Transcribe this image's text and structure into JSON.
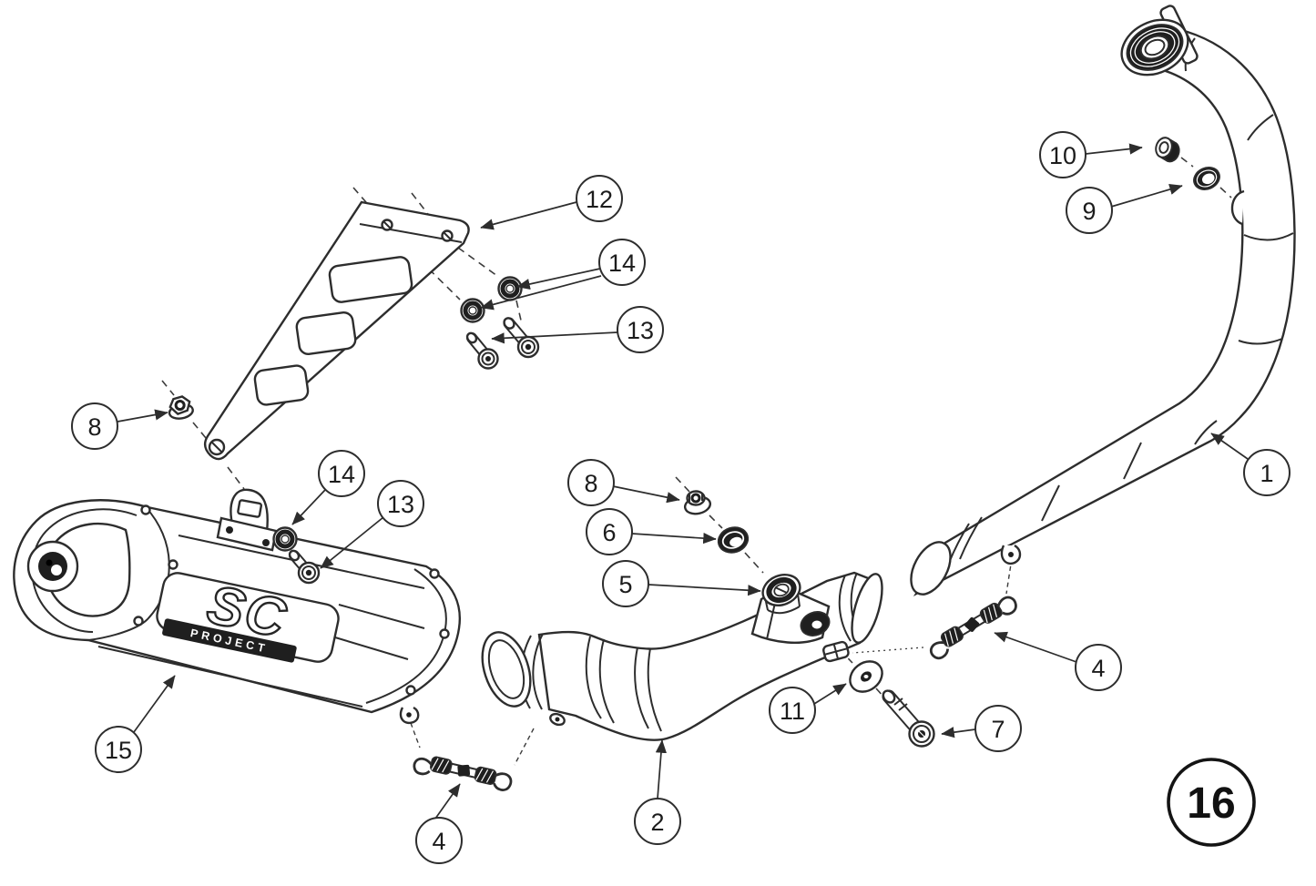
{
  "page": {
    "number": "16"
  },
  "brand": {
    "logo_primary": "SC",
    "logo_secondary": "PROJECT"
  },
  "colors": {
    "ink": "#2d2d2d",
    "paper": "#ffffff",
    "dark_fill": "#1f1f1f"
  },
  "diagram_type": "exploded-parts-diagram",
  "callouts": [
    {
      "label": "1",
      "part": "header-pipe"
    },
    {
      "label": "2",
      "part": "link-pipe"
    },
    {
      "label": "4",
      "part": "spring-right"
    },
    {
      "label": "4",
      "part": "spring-bottom"
    },
    {
      "label": "5",
      "part": "bushing-mount"
    },
    {
      "label": "6",
      "part": "grommet"
    },
    {
      "label": "7",
      "part": "socket-bolt"
    },
    {
      "label": "8",
      "part": "flange-nut-bracket"
    },
    {
      "label": "8",
      "part": "flange-nut-mount"
    },
    {
      "label": "9",
      "part": "gasket-ring"
    },
    {
      "label": "10",
      "part": "plug"
    },
    {
      "label": "11",
      "part": "washer"
    },
    {
      "label": "12",
      "part": "mounting-bracket"
    },
    {
      "label": "13",
      "part": "bracket-bolts"
    },
    {
      "label": "13",
      "part": "muffler-bolt"
    },
    {
      "label": "14",
      "part": "bracket-washers"
    },
    {
      "label": "14",
      "part": "muffler-washer"
    },
    {
      "label": "15",
      "part": "muffler"
    }
  ]
}
